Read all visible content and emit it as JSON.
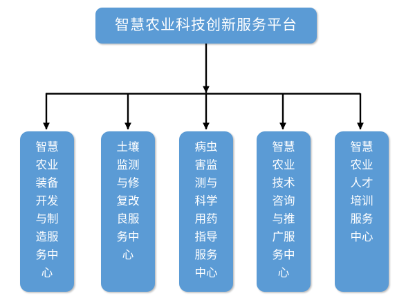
{
  "diagram": {
    "type": "organizational-hierarchy",
    "title": "智慧农业科技创新服务平台",
    "root": {
      "label": "智慧农业科技创新服务平台"
    },
    "children": [
      {
        "label": "智慧农业装备开发与制造服务中心"
      },
      {
        "label": "土壤监测与修复改良服务中心"
      },
      {
        "label": "病虫害监测与科学用药指导服务中心"
      },
      {
        "label": "智慧农业技术咨询与推广服务中心"
      },
      {
        "label": "智慧农业人才培训服务中心"
      }
    ],
    "colors": {
      "node_fill": "#5B9BD5",
      "node_text": "#FFFFFF",
      "connector": "#000000",
      "background": "#FFFFFF"
    },
    "connectors": {
      "style": "elbow-with-arrowheads",
      "arrowheads": 6
    }
  }
}
